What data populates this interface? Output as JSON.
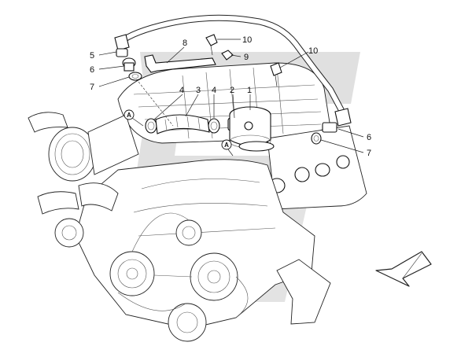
{
  "callouts": {
    "c5": "5",
    "c6_left": "6",
    "c7_left": "7",
    "c8": "8",
    "c10_top": "10",
    "c9": "9",
    "c10_right": "10",
    "c4_left": "4",
    "c3": "3",
    "c4_right": "4",
    "c2": "2",
    "c1": "1",
    "c6_right": "6",
    "c7_right": "7"
  },
  "markers": {
    "a_left": "A",
    "a_center": "A"
  },
  "colors": {
    "watermark": "#c8c8c8",
    "line": "#222222",
    "background": "#ffffff"
  },
  "icons": {
    "direction": "arrow-down-left-icon",
    "watermark": "brand-watermark-logo"
  }
}
